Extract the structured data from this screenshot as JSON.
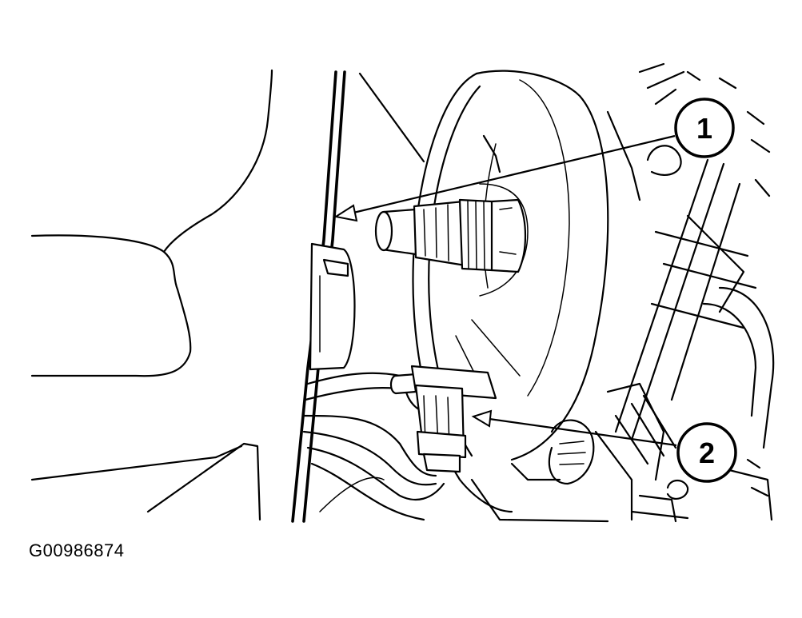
{
  "figure_id": "G00986874",
  "callouts": [
    {
      "label": "1"
    },
    {
      "label": "2"
    }
  ]
}
